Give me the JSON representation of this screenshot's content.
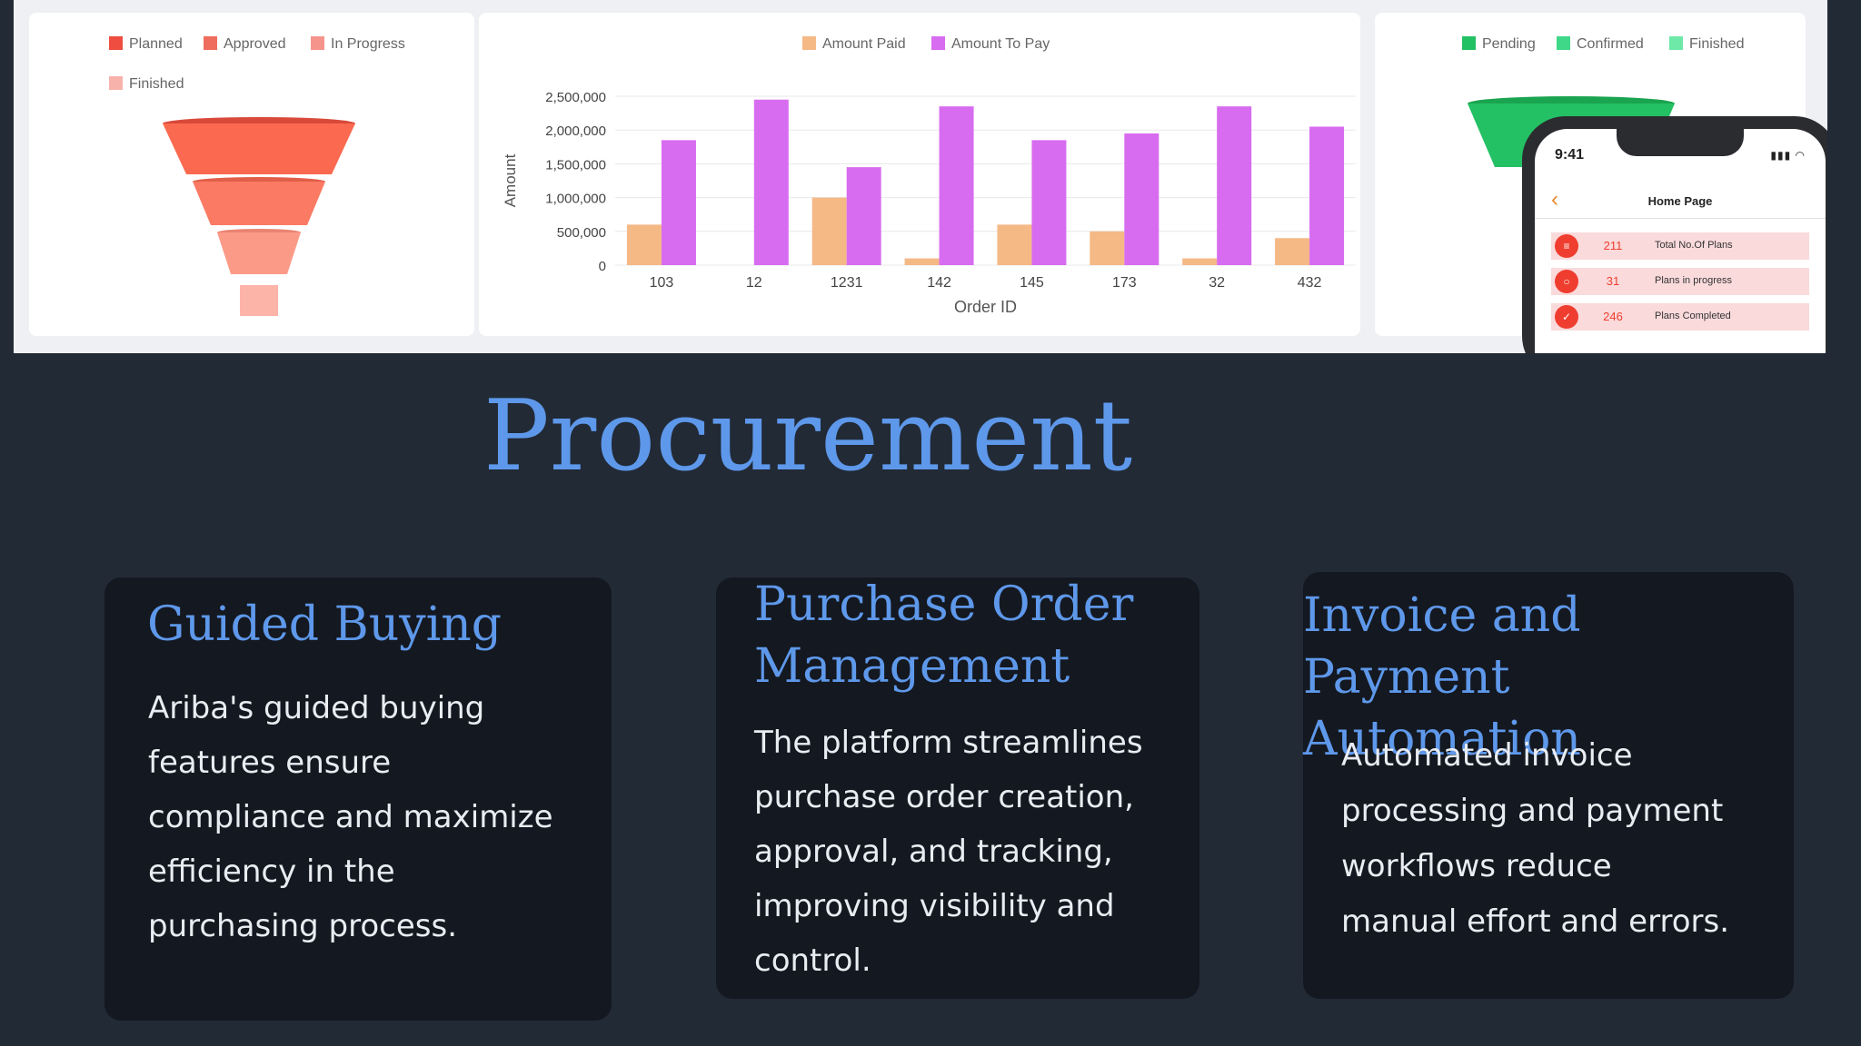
{
  "funnel_panel": {
    "legend": [
      {
        "label": "Planned",
        "color": "#ee4d3f"
      },
      {
        "label": "Approved",
        "color": "#ef6d5c"
      },
      {
        "label": "In Progress",
        "color": "#f5948a"
      },
      {
        "label": "Finished",
        "color": "#f7b2ac"
      }
    ],
    "stages": [
      {
        "name": "Planned",
        "color": "#fb6a50"
      },
      {
        "name": "Approved",
        "color": "#fb7a64"
      },
      {
        "name": "In Progress",
        "color": "#fc9a88"
      },
      {
        "name": "Finished",
        "color": "#fdb4a8"
      }
    ]
  },
  "chart_data": {
    "type": "bar",
    "categories": [
      "103",
      "12",
      "1231",
      "142",
      "145",
      "173",
      "32",
      "432"
    ],
    "series": [
      {
        "name": "Amount Paid",
        "color": "#f5b986",
        "values": [
          600000,
          0,
          1000000,
          100000,
          600000,
          500000,
          100000,
          400000
        ]
      },
      {
        "name": "Amount To Pay",
        "color": "#d86cf0",
        "values": [
          1850000,
          2450000,
          1450000,
          2350000,
          1850000,
          1950000,
          2350000,
          2050000
        ]
      }
    ],
    "xlabel": "Order ID",
    "ylabel": "Amount",
    "yticks": [
      "0",
      "500,000",
      "1,000,000",
      "1,500,000",
      "2,000,000",
      "2,500,000"
    ],
    "ylim": [
      0,
      2500000
    ],
    "grid": true,
    "legend_position": "top"
  },
  "status_panel": {
    "legend": [
      {
        "label": "Pending",
        "color": "#24c064"
      },
      {
        "label": "Confirmed",
        "color": "#3fd888"
      },
      {
        "label": "Finished",
        "color": "#6ee9a8"
      }
    ]
  },
  "phone": {
    "time": "9:41",
    "title": "Home Page",
    "back_icon": "chevron-left-icon",
    "rows": [
      {
        "value": "211",
        "label": "Total No.Of Plans",
        "icon": "list-icon"
      },
      {
        "value": "31",
        "label": "Plans in progress",
        "icon": "progress-icon"
      },
      {
        "value": "246",
        "label": "Plans Completed",
        "icon": "check-icon"
      }
    ]
  },
  "heading": "Procurement",
  "cards": [
    {
      "title": "Guided Buying",
      "lines": [
        "Ariba's guided buying",
        "features ensure",
        "compliance and maximize",
        "efficiency in the",
        "purchasing process."
      ]
    },
    {
      "title_lines": [
        "Purchase Order",
        "Management"
      ],
      "lines": [
        "The platform streamlines",
        "purchase order creation,",
        "approval, and tracking,",
        "improving visibility and",
        "control."
      ]
    },
    {
      "title_lines": [
        "Invoice and Payment",
        "Automation"
      ],
      "lines": [
        "Automated invoice",
        "processing and payment",
        "workflows reduce",
        "manual effort and errors."
      ]
    }
  ]
}
